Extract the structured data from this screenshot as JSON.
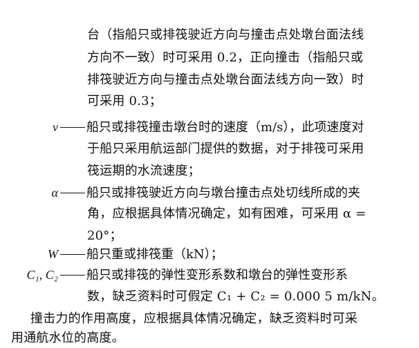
{
  "text": {
    "l1": "台（指船只或排筏驶近方向与撞击点处墩台面法线",
    "l2": "方向不一致）时可采用 0.2，正向撞击（指船只或",
    "l3": "排筏驶近方向与撞击点处墩台面法线方向一致）时",
    "l4": "可采用 0.3；",
    "v_symbol": "v",
    "v_l1": "船只或排筏撞击墩台时的速度（m/s），此项速度对",
    "v_l2": "于船只采用航运部门提供的数据，对于排筏可采用",
    "v_l3": "筏运期的水流速度；",
    "alpha_symbol": "α",
    "alpha_l1": "船只或排筏驶近方向与墩台撞击点处切线所成的夹",
    "alpha_l2": "角，应根据具体情况确定，如有困难，可采用 α =",
    "alpha_l3": "20°；",
    "w_symbol": "W",
    "w_l1": "船只重或排筏重（kN）；",
    "c_symbol": "C₁, C₂",
    "c_l1": "船只或排筏的弹性变形系数和墩台的弹性变形系",
    "c_l2": "数，缺乏资料时可假定 C₁ + C₂ = 0.000 5 m/kN。",
    "p1": "撞击力的作用高度，应根据具体情况确定，缺乏资料时可采",
    "p2": "用通航水位的高度。"
  }
}
